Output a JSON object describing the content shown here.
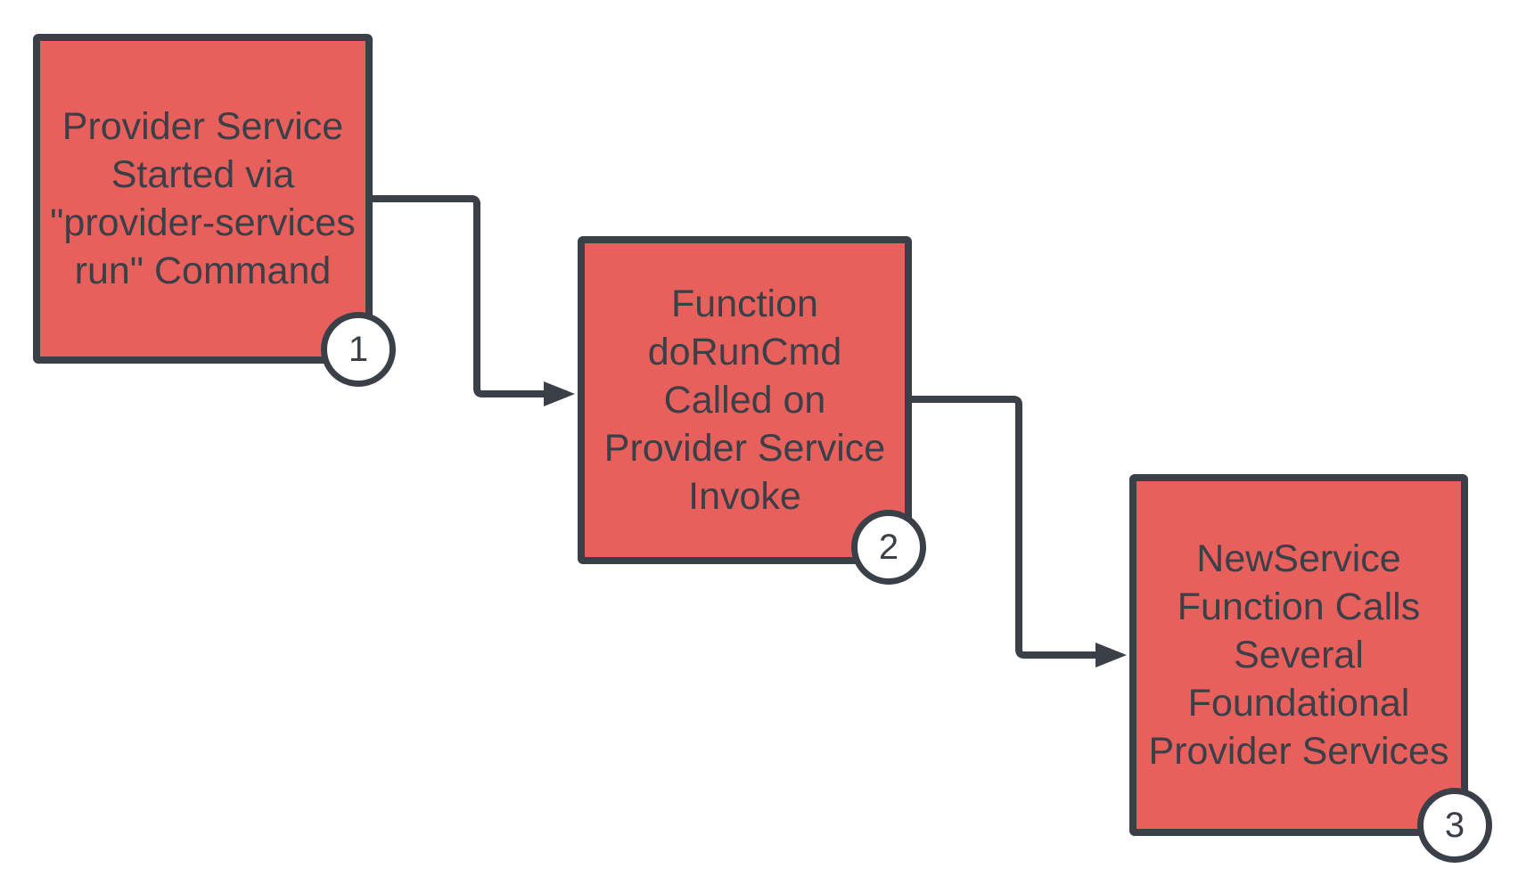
{
  "colors": {
    "box_fill": "#e8605b",
    "stroke": "#3a3f48",
    "text": "#3a3f48",
    "badge_fill": "#ffffff",
    "background": "#ffffff"
  },
  "steps": [
    {
      "id": "step-1",
      "label": "Provider Service\nStarted via\n\"provider-services\nrun\" Command",
      "number": "1"
    },
    {
      "id": "step-2",
      "label": "Function\ndoRunCmd\nCalled on\nProvider Service\nInvoke",
      "number": "2"
    },
    {
      "id": "step-3",
      "label": "NewService\nFunction Calls\nSeveral\nFoundational\nProvider Services",
      "number": "3"
    }
  ],
  "connectors": [
    {
      "from": "step-1",
      "to": "step-2",
      "type": "elbow-arrow"
    },
    {
      "from": "step-2",
      "to": "step-3",
      "type": "elbow-arrow"
    }
  ]
}
